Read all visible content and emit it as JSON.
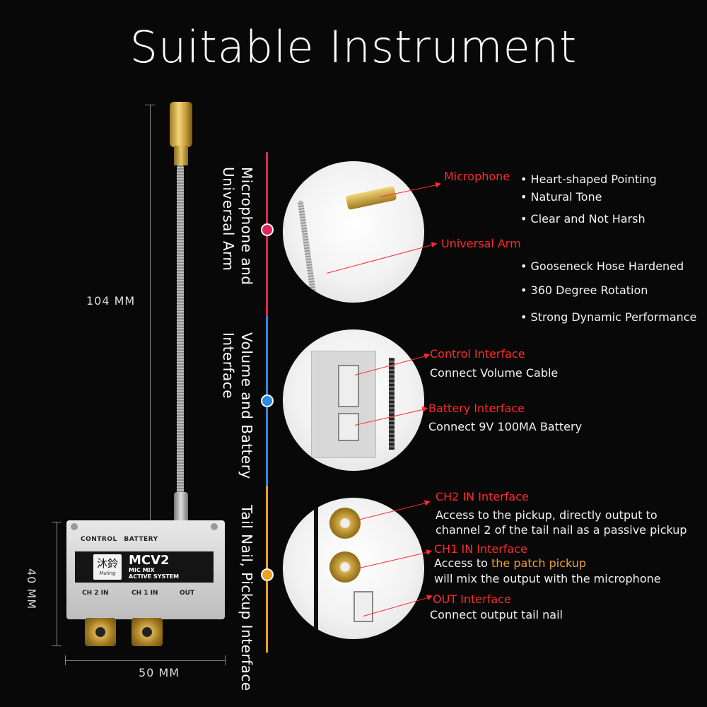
{
  "title": "Suitable Instrument",
  "dimensions": {
    "height_label": "104  MM",
    "side_label": "40  MM",
    "width_label": "50  MM"
  },
  "device": {
    "top_labels": [
      "CONTROL",
      "BATTERY"
    ],
    "brand_glyph": "沐鈴",
    "brand_script": "Muling",
    "model": "MCV2",
    "sub1": "MIC MIX",
    "sub2": "ACTIVE SYSTEM",
    "bottom_labels": [
      "CH 2 IN",
      "CH 1 IN",
      "OUT"
    ]
  },
  "sections": [
    {
      "label": "Microphone and Universal Arm",
      "color": "#e0245e"
    },
    {
      "label": "Volume and Battery Interface",
      "color": "#2a8be0"
    },
    {
      "label": "Tail Nail, Pickup Interface",
      "color": "#f0a020"
    }
  ],
  "mic": {
    "microphone_label": "Microphone",
    "arm_label": "Universal Arm",
    "bullets_a": [
      "Heart-shaped Pointing",
      "Natural Tone",
      "Clear and Not Harsh"
    ],
    "bullets_b": [
      "Gooseneck Hose Hardened",
      "360 Degree Rotation",
      "Strong Dynamic Performance"
    ]
  },
  "volume": {
    "control_label": "Control Interface",
    "control_desc": "Connect Volume Cable",
    "battery_label": "Battery Interface",
    "battery_desc": "Connect 9V 100MA Battery"
  },
  "pickup": {
    "ch2_label": "CH2 IN Interface",
    "ch2_desc1": "Access to the pickup, directly output to",
    "ch2_desc2": "channel 2 of the tail nail as a passive pickup",
    "ch1_label": "CH1 IN Interface",
    "ch1_desc_prefix": "Access to ",
    "ch1_desc_hl": "the patch pickup",
    "ch1_desc2": "will mix the output with the microphone",
    "out_label": "OUT Interface",
    "out_desc": "Connect output tail nail"
  },
  "colors": {
    "red_label": "#ff2a2a",
    "highlight": "#f0a030"
  }
}
